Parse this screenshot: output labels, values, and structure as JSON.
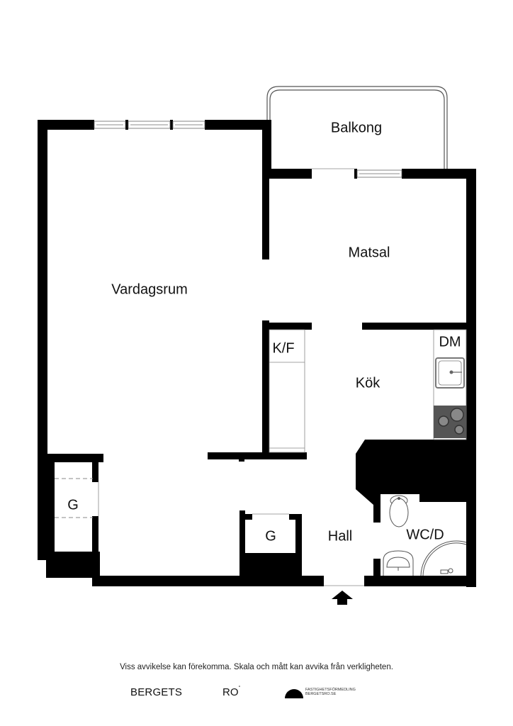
{
  "rooms": {
    "balcony": "Balkong",
    "living_room": "Vardagsrum",
    "dining": "Matsal",
    "fridge_freezer": "K/F",
    "dishwasher": "DM",
    "kitchen": "Kök",
    "wardrobe_left": "G",
    "wardrobe_center": "G",
    "hall": "Hall",
    "bathroom": "WC/D"
  },
  "footer": {
    "disclaimer": "Viss avvikelse kan förekomma. Skala och mått kan avvika från verkligheten.",
    "logo_left": "BERGETS",
    "logo_mid": "RO",
    "logo_mid_mark": "°",
    "logo_right_line1": "FASTIGHETSFÖRMEDLING",
    "logo_right_line2": "BERGETSRO.SE"
  },
  "colors": {
    "wall": "#000000",
    "stove": "#555555",
    "fixture_line": "#666666"
  }
}
